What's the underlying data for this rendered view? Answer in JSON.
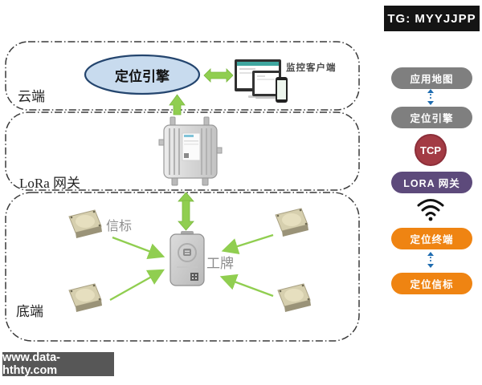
{
  "watermarks": {
    "tg_badge": "TG: MYYJJPP",
    "website": "www.data-hthty.com"
  },
  "diagram": {
    "layers": [
      {
        "label": "云端"
      },
      {
        "label": "LoRa 网关"
      },
      {
        "label": "底端"
      }
    ],
    "nodes": {
      "engine": "定位引擎",
      "client": "监控客户端",
      "beacon": "信标",
      "badge": "工牌"
    },
    "colors": {
      "arrow_green": "#90ce50",
      "ellipse_fill": "#c8dbee",
      "ellipse_border": "#24456e",
      "border_dash": "#3a3a3a"
    }
  },
  "sidebar": {
    "items": [
      {
        "label": "应用地图",
        "color": "#7f7f7f"
      },
      {
        "label": "定位引擎",
        "color": "#7f7f7f"
      },
      {
        "label": "TCP",
        "color": "#a33b44"
      },
      {
        "label": "LORA 网关",
        "color": "#5d4a7b"
      },
      {
        "label": "定位终端",
        "color": "#ef8412"
      },
      {
        "label": "定位信标",
        "color": "#ef8412"
      }
    ],
    "connector_color": "#1f6cb0"
  }
}
